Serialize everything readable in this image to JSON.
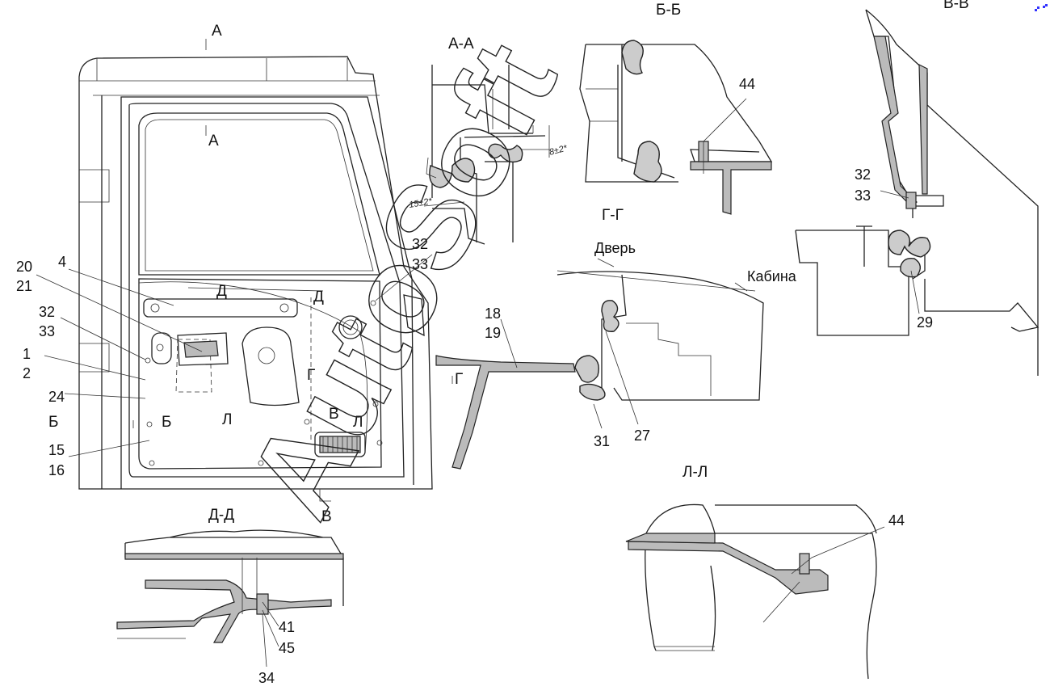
{
  "section_marks": {
    "a_top": "А",
    "a_mid": "А",
    "b": "Б",
    "b2": "Б",
    "d1": "Д",
    "d2": "Д",
    "g1": "Г",
    "g2": "Г",
    "l1": "Л",
    "l2": "Л",
    "v1": "В",
    "v2": "В"
  },
  "section_titles": {
    "aa": "А-А",
    "bb": "Б-Б",
    "vv": "В-В",
    "gg": "Г-Г",
    "dd": "Д-Д",
    "ll": "Л-Л"
  },
  "captions": {
    "door": "Дверь",
    "cabin": "Кабина"
  },
  "dimensions": {
    "d15": "15±2*",
    "d8": "8±2*"
  },
  "callouts": {
    "c20": "20",
    "c21": "21",
    "c4": "4",
    "c32a": "32",
    "c33a": "33",
    "c1": "1",
    "c2": "2",
    "c24": "24",
    "c15": "15",
    "c16": "16",
    "c32b": "32",
    "c33b": "33",
    "c18": "18",
    "c19": "19",
    "c31": "31",
    "c27": "27",
    "c44a": "44",
    "c32c": "32",
    "c33c": "33",
    "c29": "29",
    "c41": "41",
    "c45": "45",
    "c34": "34",
    "c44b": "44"
  },
  "watermark": "AutoSoft",
  "colors": {
    "line": "#222222",
    "background": "#ffffff",
    "corner_mark": "#3333ff"
  }
}
